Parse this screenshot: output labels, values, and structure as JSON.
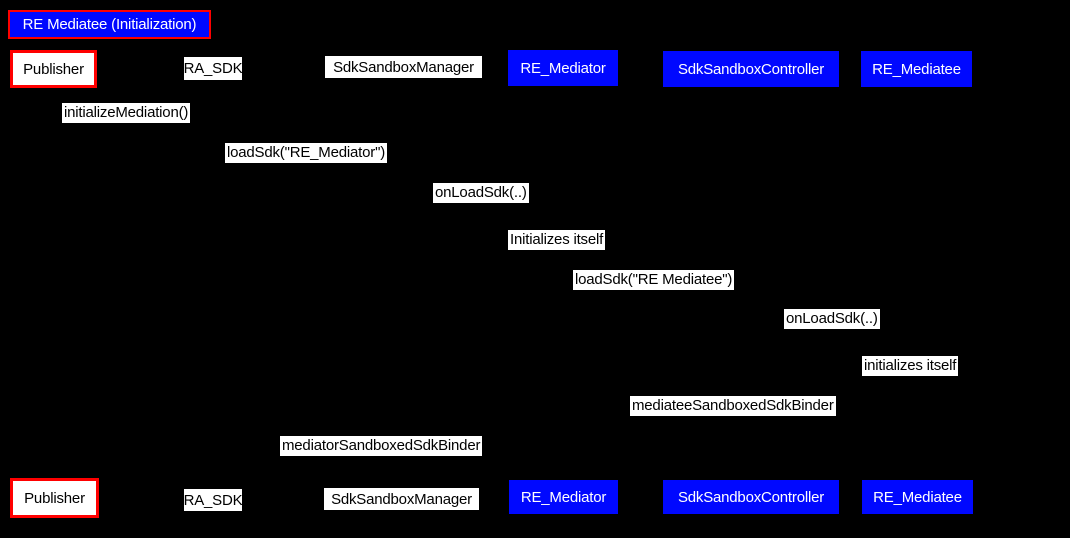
{
  "title": {
    "label": "RE Mediatee (Initialization)"
  },
  "colors": {
    "background": "#000000",
    "participant_blue": "#0008ff",
    "highlight_red": "#ff0000",
    "label_bg": "#ffffff",
    "lifeline": "#000000"
  },
  "participants": [
    {
      "label": "Publisher",
      "fill": "white",
      "border": "red"
    },
    {
      "label": "RA_SDK",
      "fill": "white",
      "border": "none"
    },
    {
      "label": "SdkSandboxManager",
      "fill": "white",
      "border": "none"
    },
    {
      "label": "RE_Mediator",
      "fill": "blue",
      "border": "none"
    },
    {
      "label": "SdkSandboxController",
      "fill": "blue",
      "border": "none"
    },
    {
      "label": "RE_Mediatee",
      "fill": "blue",
      "border": "none"
    }
  ],
  "messages": [
    {
      "label": "initializeMediation()"
    },
    {
      "label": "loadSdk(\"RE_Mediator\")"
    },
    {
      "label": "onLoadSdk(..)"
    },
    {
      "label": "Initializes itself"
    },
    {
      "label": "loadSdk(\"RE Mediatee\")"
    },
    {
      "label": "onLoadSdk(..)"
    },
    {
      "label": "initializes itself"
    },
    {
      "label": "mediateeSandboxedSdkBinder"
    },
    {
      "label": "mediatorSandboxedSdkBinder"
    }
  ]
}
